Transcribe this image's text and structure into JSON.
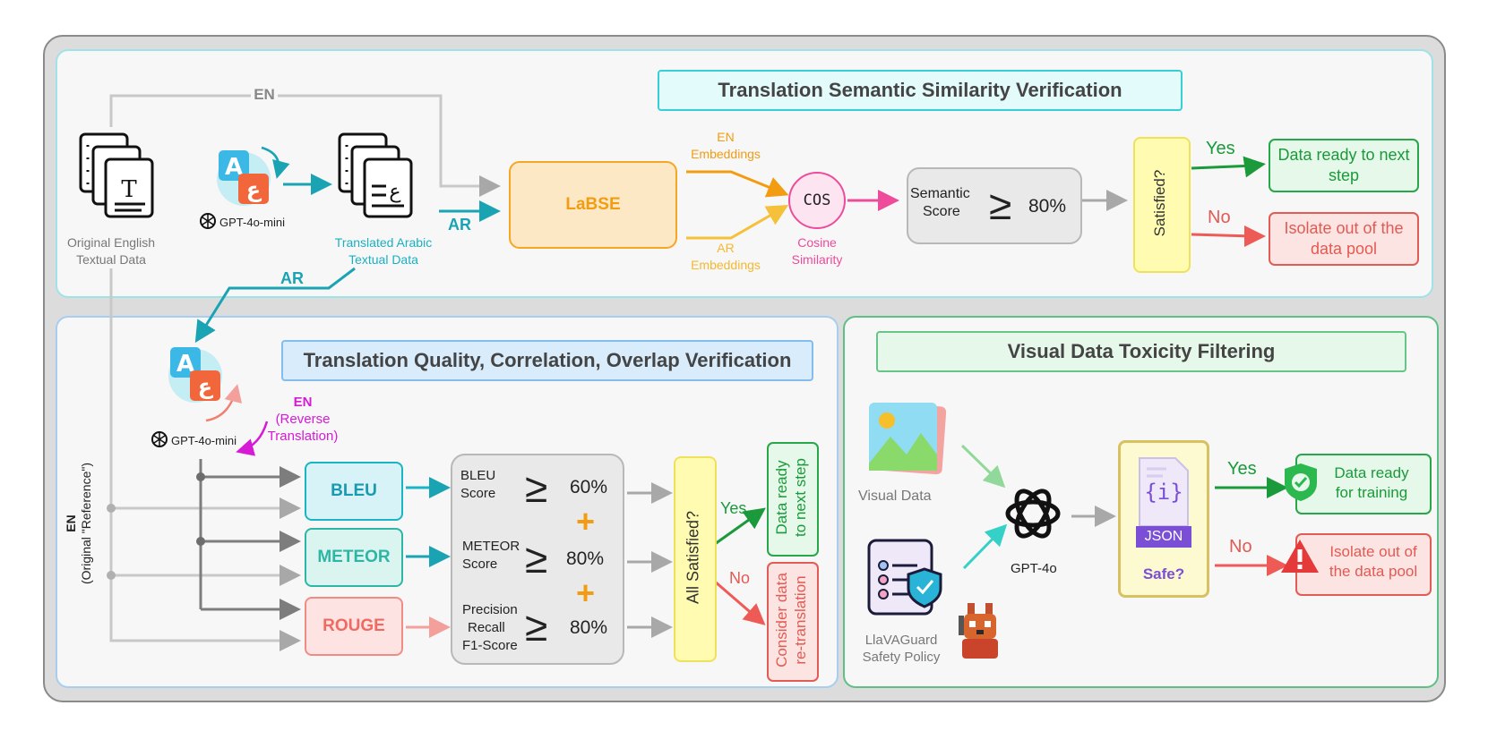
{
  "top": {
    "title": "Translation Semantic Similarity Verification",
    "en_label": "EN",
    "ar_label": "AR",
    "original_label_1": "Original English",
    "original_label_2": "Textual Data",
    "gpt_mini_label": "GPT-4o-mini",
    "translated_label_1": "Translated Arabic",
    "translated_label_2": "Textual Data",
    "labse": "LaBSE",
    "en_emb_1": "EN",
    "en_emb_2": "Embeddings",
    "ar_emb_1": "AR",
    "ar_emb_2": "Embeddings",
    "cos": "COS",
    "cos_label_1": "Cosine",
    "cos_label_2": "Similarity",
    "semantic_1": "Semantic",
    "semantic_2": "Score",
    "semantic_pct": "80%",
    "satisfied": "Satisfied?",
    "yes": "Yes",
    "no": "No",
    "ready_1": "Data ready to next",
    "ready_2": "step",
    "isolate_1": "Isolate out of the",
    "isolate_2": "data pool"
  },
  "bottom_left": {
    "title": "Translation Quality, Correlation, Overlap Verification",
    "ar_label": "AR",
    "gpt_mini_label": "GPT-4o-mini",
    "en_rev_1": "EN",
    "en_rev_2": "(Reverse",
    "en_rev_3": "Translation)",
    "ref_1": "EN",
    "ref_2": "(Original \"Reference\")",
    "bleu": "BLEU",
    "meteor": "METEOR",
    "rouge": "ROUGE",
    "bleu_score_1": "BLEU",
    "bleu_score_2": "Score",
    "bleu_pct": "60%",
    "meteor_score_1": "METEOR",
    "meteor_score_2": "Score",
    "meteor_pct": "80%",
    "rouge_score_1": "Precision",
    "rouge_score_2": "Recall",
    "rouge_score_3": "F1-Score",
    "rouge_pct": "80%",
    "plus": "+",
    "all_satisfied": "All Satisfied?",
    "yes": "Yes",
    "no": "No",
    "ready_1": "Data ready",
    "ready_2": "to next step",
    "consider_1": "Consider data",
    "consider_2": "re-translation"
  },
  "bottom_right": {
    "title": "Visual Data Toxicity Filtering",
    "visual_data": "Visual Data",
    "guard_1": "LlaVAGuard",
    "guard_2": "Safety Policy",
    "gpt4o": "GPT-4o",
    "json_braces": "{i}",
    "json": "JSON",
    "safe": "Safe?",
    "yes": "Yes",
    "no": "No",
    "ready_1": "Data ready",
    "ready_2": "for training",
    "isolate_1": "Isolate out of",
    "isolate_2": "the data pool"
  },
  "colors": {
    "teal": "#1ab0c0",
    "orange": "#f39c12",
    "pink": "#ee4b9a",
    "green": "#27a64a",
    "red": "#e35a53",
    "gray": "#9a9a9a",
    "magenta": "#d61ad6"
  }
}
